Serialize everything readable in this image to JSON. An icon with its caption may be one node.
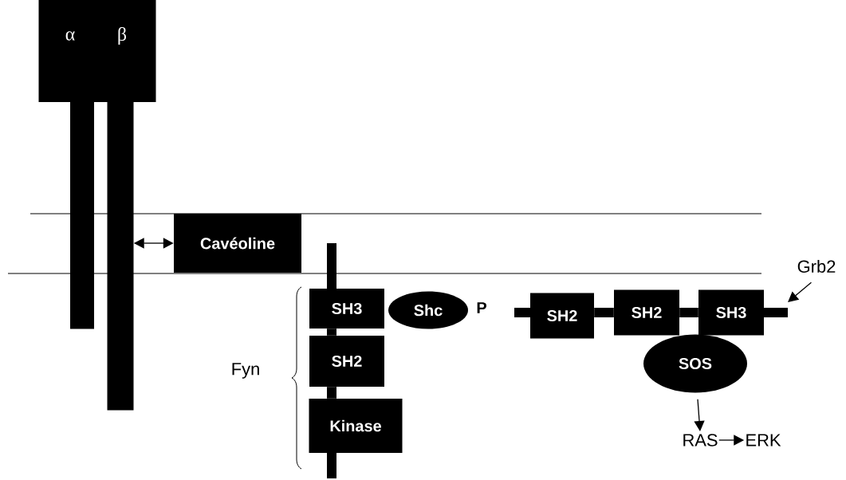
{
  "diagram": {
    "nodes": [
      {
        "text": [
          "α",
          "β"
        ]
      },
      {
        "text": [],
        "shape": "bar"
      },
      {
        "text": [],
        "shape": "bar"
      },
      {
        "text": [
          "Cavéoline"
        ]
      },
      {
        "text": [
          "SH3"
        ]
      },
      {
        "text": [
          "SH2"
        ]
      },
      {
        "text": [
          "Kinase"
        ]
      },
      {
        "text": [
          "Shc"
        ]
      },
      {
        "text": [
          "SH2"
        ]
      },
      {
        "text": [
          "SH2"
        ]
      },
      {
        "text": [
          "SH3"
        ]
      },
      {
        "text": [
          "Grb2"
        ]
      },
      {
        "text": [
          "SOS"
        ]
      },
      {
        "text": [
          "RAS"
        ]
      },
      {
        "text": [
          "ERK"
        ]
      }
    ],
    "edges": [
      {
        "from": 2,
        "to": 3,
        "arrow": "both"
      },
      {
        "from": 4,
        "to": 5,
        "arrow": "none",
        "style": "thick"
      },
      {
        "from": 5,
        "to": 6,
        "arrow": "none",
        "style": "thick"
      },
      {
        "from": 8,
        "to": 9,
        "arrow": "none",
        "style": "thick"
      },
      {
        "from": 9,
        "to": 10,
        "arrow": "none",
        "style": "thick"
      },
      {
        "from": 11,
        "to": null,
        "arrow": "to"
      },
      {
        "from": 12,
        "to": 13,
        "arrow": "to"
      },
      {
        "from": 13,
        "to": 14,
        "arrow": "to"
      }
    ],
    "labels": [
      "Fyn",
      "P"
    ]
  }
}
